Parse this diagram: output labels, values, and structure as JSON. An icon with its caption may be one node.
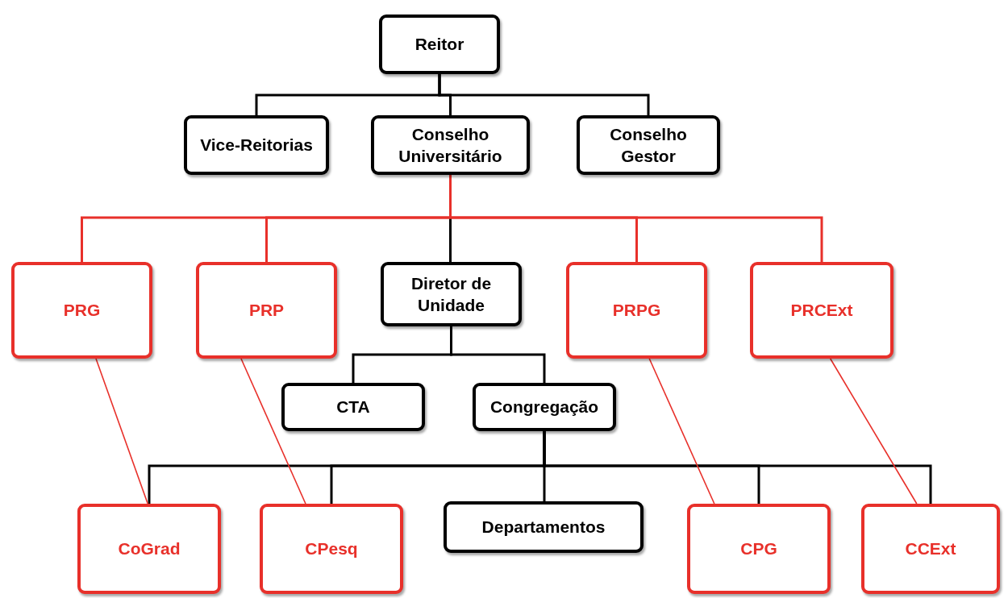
{
  "diagram": {
    "nodes": [
      {
        "text": [
          "Reitor"
        ]
      },
      {
        "text": [
          "Vice-Reitorias"
        ]
      },
      {
        "text": [
          "Conselho Universitário"
        ]
      },
      {
        "text": [
          "Conselho Gestor"
        ]
      },
      {
        "text": [
          "PRG"
        ]
      },
      {
        "text": [
          "PRP"
        ]
      },
      {
        "text": [
          "Diretor de Unidade"
        ]
      },
      {
        "text": [
          "PRPG"
        ]
      },
      {
        "text": [
          "PRCExt"
        ]
      },
      {
        "text": [
          "CTA"
        ]
      },
      {
        "text": [
          "Congregação"
        ]
      },
      {
        "text": [
          "CoGrad"
        ]
      },
      {
        "text": [
          "CPesq"
        ]
      },
      {
        "text": [
          "Departamentos"
        ]
      },
      {
        "text": [
          "CPG"
        ]
      },
      {
        "text": [
          "CCExt"
        ]
      }
    ],
    "edges": [
      {
        "from": 0,
        "to": 1,
        "arrow": "none"
      },
      {
        "from": 0,
        "to": 2,
        "arrow": "none"
      },
      {
        "from": 0,
        "to": 3,
        "arrow": "none"
      },
      {
        "from": 2,
        "to": 4,
        "arrow": "none",
        "color": "#e8302a"
      },
      {
        "from": 2,
        "to": 5,
        "arrow": "none",
        "color": "#e8302a"
      },
      {
        "from": 2,
        "to": 6,
        "arrow": "none"
      },
      {
        "from": 2,
        "to": 7,
        "arrow": "none",
        "color": "#e8302a"
      },
      {
        "from": 2,
        "to": 8,
        "arrow": "none",
        "color": "#e8302a"
      },
      {
        "from": 6,
        "to": 9,
        "arrow": "none"
      },
      {
        "from": 6,
        "to": 10,
        "arrow": "none"
      },
      {
        "from": 10,
        "to": 11,
        "arrow": "none"
      },
      {
        "from": 10,
        "to": 12,
        "arrow": "none"
      },
      {
        "from": 10,
        "to": 13,
        "arrow": "none"
      },
      {
        "from": 10,
        "to": 14,
        "arrow": "none"
      },
      {
        "from": 10,
        "to": 15,
        "arrow": "none"
      },
      {
        "from": 4,
        "to": 11,
        "arrow": "none",
        "color": "#e8302a"
      },
      {
        "from": 5,
        "to": 12,
        "arrow": "none",
        "color": "#e8302a"
      },
      {
        "from": 7,
        "to": 14,
        "arrow": "none",
        "color": "#e8302a"
      },
      {
        "from": 8,
        "to": 15,
        "arrow": "none",
        "color": "#e8302a"
      }
    ]
  }
}
